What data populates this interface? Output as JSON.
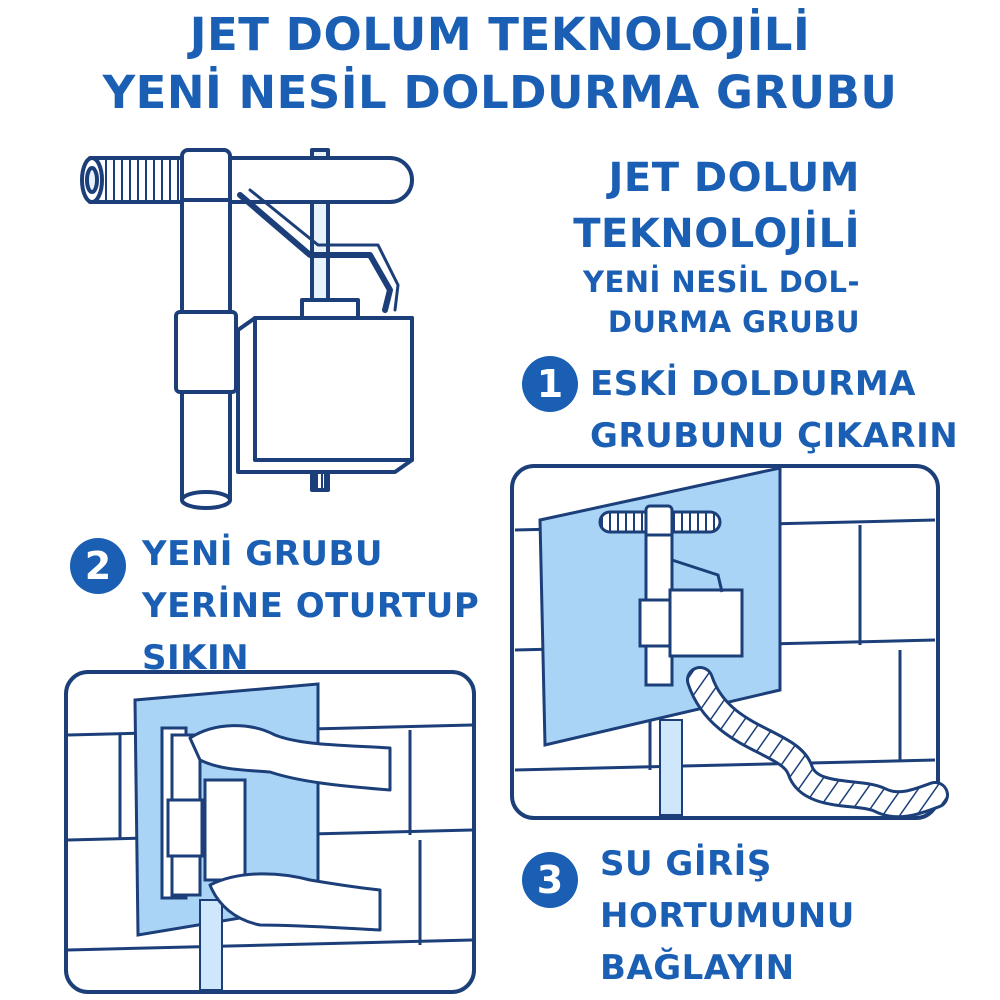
{
  "title": {
    "line1": "JET DOLUM TEKNOLOJİLİ",
    "line2": "YENİ NESİL DOLDURMA GRUBU"
  },
  "side_title": {
    "line1": "JET DOLUM",
    "line2": "TEKNOLOJİLİ",
    "line3": "YENİ NESİL DOL-",
    "line4": "DURMA GRUBU"
  },
  "steps": [
    {
      "number": "1",
      "lines": [
        "ESKİ DOLDURMA",
        "GRUBUNU ÇIKARIN"
      ]
    },
    {
      "number": "2",
      "lines": [
        "YENİ GRUBU",
        "YERİNE OTURTUP",
        "SIKIN"
      ]
    },
    {
      "number": "3",
      "lines": [
        "SU GİRİŞ",
        "HORTUMUNU",
        "BAĞLAYIN"
      ]
    }
  ],
  "colors": {
    "brand_blue": "#1a5fb4",
    "light_blue": "#a9d4f5",
    "outline": "#1c3f7a"
  }
}
